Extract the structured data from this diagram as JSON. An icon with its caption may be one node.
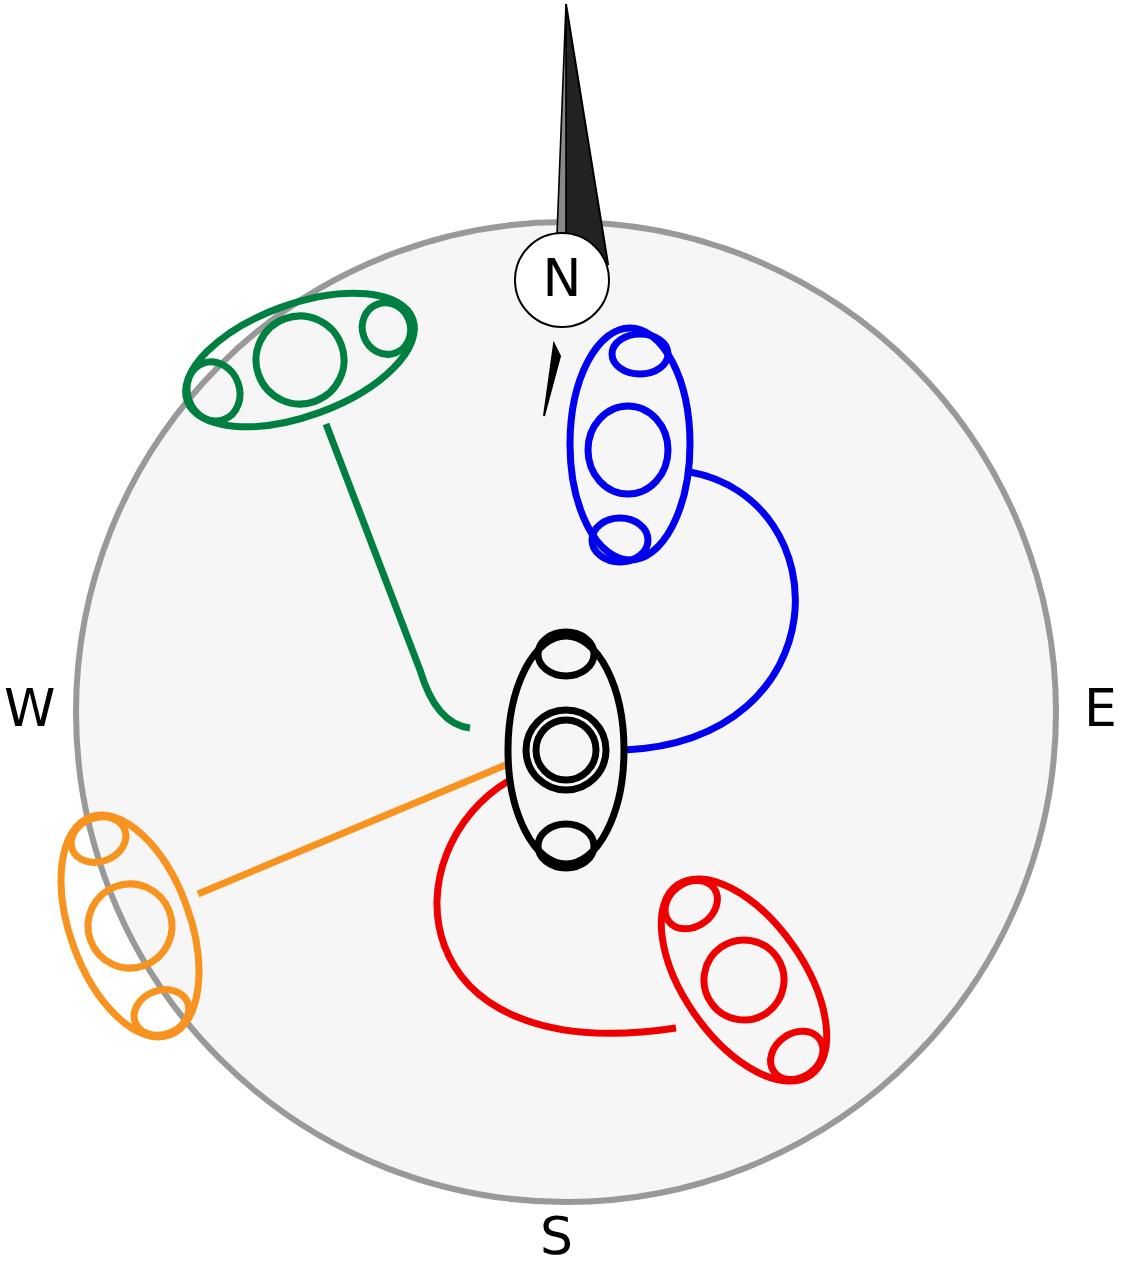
{
  "diagram": {
    "nodes": [
      {
        "text": [
          "N"
        ]
      },
      {
        "text": [],
        "shape": "ellipse"
      },
      {
        "text": [],
        "shape": "ellipse"
      },
      {
        "text": [],
        "shape": "ellipse"
      },
      {
        "text": [],
        "shape": "ellipse"
      },
      {
        "text": [],
        "shape": "ellipse"
      }
    ],
    "edges": [
      {
        "from": 3,
        "to": 1,
        "arrow": "none",
        "color": "#008040"
      },
      {
        "from": 3,
        "to": 2,
        "arrow": "none",
        "color": "#0000ee"
      },
      {
        "from": 3,
        "to": 4,
        "arrow": "none",
        "color": "#f7931e"
      },
      {
        "from": 3,
        "to": 5,
        "arrow": "none",
        "color": "#ee0000"
      }
    ],
    "labels": [
      "W",
      "E",
      "S"
    ]
  }
}
